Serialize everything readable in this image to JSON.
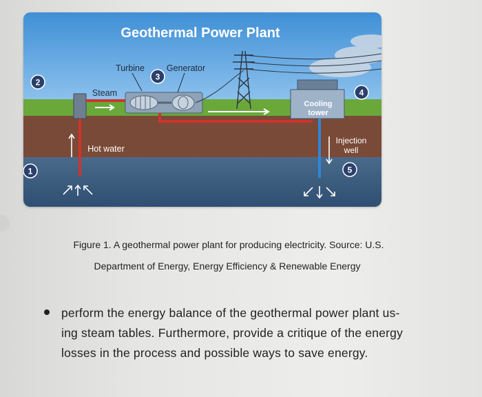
{
  "figure": {
    "title": "Geothermal Power Plant",
    "labels": {
      "turbine": "Turbine",
      "generator": "Generator",
      "steam": "Steam",
      "hot_water": "Hot water",
      "cooling_tower_line1": "Cooling",
      "cooling_tower_line2": "tower",
      "injection_well_line1": "Injection",
      "injection_well_line2": "well"
    },
    "markers": {
      "m1": "1",
      "m2": "2",
      "m3": "3",
      "m4": "4",
      "m5": "5"
    },
    "colors": {
      "sky": "#4f9ee0",
      "grass": "#6aa83a",
      "soil": "#7a4a38",
      "deep": "#3f5f7e",
      "hot_pipe": "#d0342c",
      "cold_pipe": "#2f86d8",
      "marker_fill": "#2a3f6b"
    }
  },
  "caption": {
    "line1": "Figure 1. A geothermal power plant for producing electricity. Source: U.S.",
    "line2": "Department of Energy, Energy Efficiency & Renewable Energy"
  },
  "task": {
    "line1": "perform the energy balance of the geothermal power plant us-",
    "line2": "ing steam tables. Furthermore, provide a critique of the energy",
    "line3": "losses in the process and possible ways to save energy."
  }
}
